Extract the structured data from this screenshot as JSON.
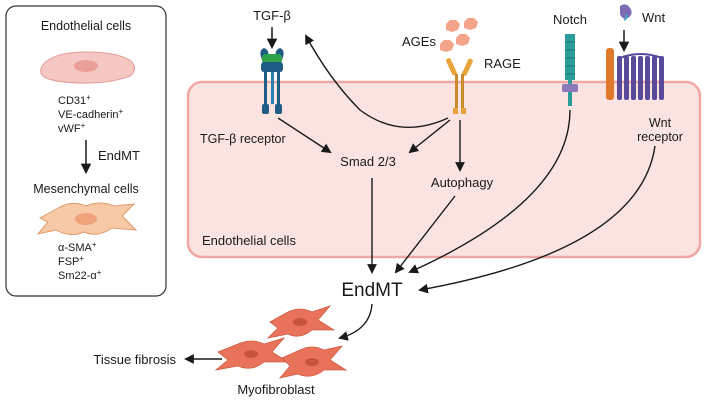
{
  "left_panel": {
    "endothelial_title": "Endothelial cells",
    "markers_endo": [
      {
        "name": "CD31",
        "sign": "+"
      },
      {
        "name": "VE-cadherin",
        "sign": "+"
      },
      {
        "name": "vWF",
        "sign": "+"
      }
    ],
    "transition_label": "EndMT",
    "mesenchymal_title": "Mesenchymal cells",
    "markers_mes": [
      {
        "name": "α-SMA",
        "sign": "+"
      },
      {
        "name": "FSP",
        "sign": "+"
      },
      {
        "name": "Sm22-α",
        "sign": "+"
      }
    ]
  },
  "pathway": {
    "tgfb_ligand": "TGF-β",
    "tgfb_receptor": "TGF-β receptor",
    "ages": "AGEs",
    "rage": "RAGE",
    "notch": "Notch",
    "wnt": "Wnt",
    "wnt_receptor_line1": "Wnt",
    "wnt_receptor_line2": "receptor",
    "smad": "Smad 2/3",
    "autophagy": "Autophagy",
    "cell_label": "Endothelial cells",
    "endmt": "EndMT",
    "myofibroblast": "Myofibroblast",
    "tissue_fibrosis": "Tissue fibrosis"
  },
  "colors": {
    "cell_fill": "#fbe3e1",
    "cell_border": "#f0a7a3",
    "tgfb_receptor": "#1f5c86",
    "tgfb_ligand_green": "#2fa34a",
    "rage": "#e8a33a",
    "ages": "#f3a48a",
    "notch": "#2a9d9a",
    "wnt_receptor": "#5a4b9a",
    "wnt_orange": "#e07a2b",
    "fibroblast": "#f2b58b",
    "myofibroblast": "#e8735a"
  }
}
